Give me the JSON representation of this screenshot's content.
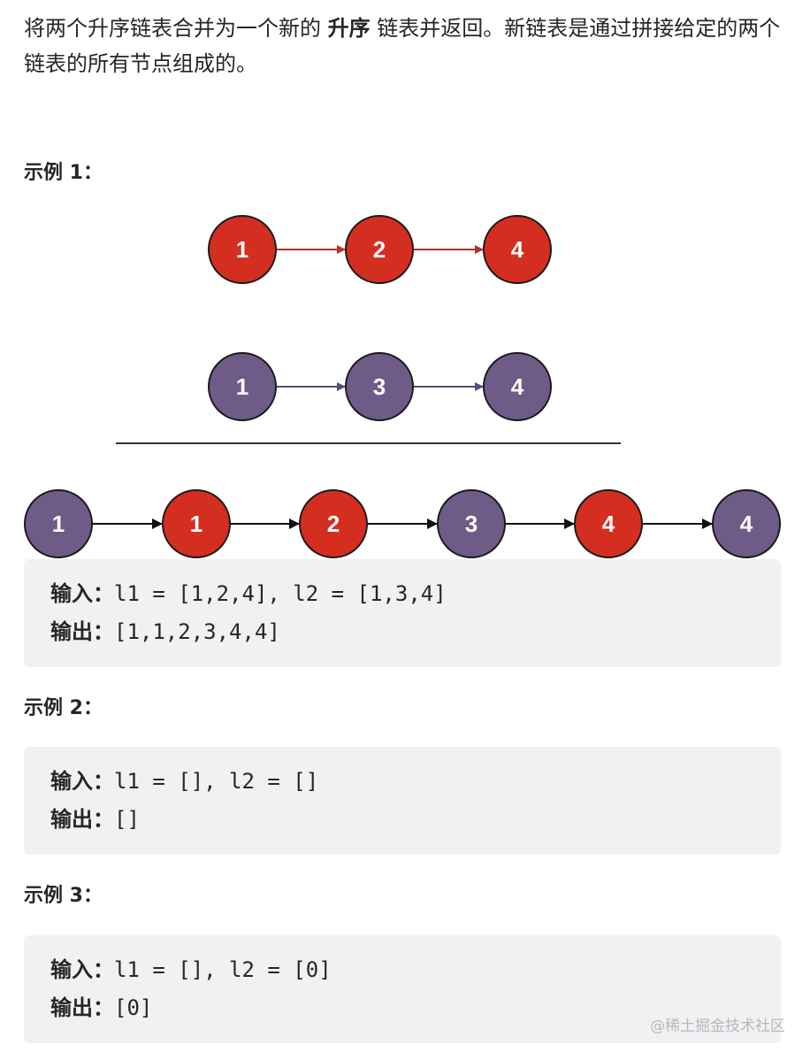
{
  "intro": {
    "before": "将两个升序链表合并为一个新的 ",
    "bold": "升序",
    "after": " 链表并返回。新链表是通过拼接给定的两个链表的所有节点组成的。"
  },
  "examples": [
    {
      "title": "示例 1：",
      "input_label": "输入：",
      "input_value": "l1 = [1,2,4], l2 = [1,3,4]",
      "output_label": "输出：",
      "output_value": "[1,1,2,3,4,4]"
    },
    {
      "title": "示例 2：",
      "input_label": "输入：",
      "input_value": "l1 = [], l2 = []",
      "output_label": "输出：",
      "output_value": "[]"
    },
    {
      "title": "示例 3：",
      "input_label": "输入：",
      "input_value": "l1 = [], l2 = [0]",
      "output_label": "输出：",
      "output_value": "[0]"
    }
  ],
  "diagram": {
    "colors": {
      "red": "#d42e20",
      "purple": "#6e5b87",
      "red_arrow": "#b5322b",
      "purple_arrow": "#5a4b78",
      "black": "#111111"
    },
    "list1": [
      {
        "value": "1",
        "color": "red"
      },
      {
        "value": "2",
        "color": "red"
      },
      {
        "value": "4",
        "color": "red"
      }
    ],
    "list2": [
      {
        "value": "1",
        "color": "purple"
      },
      {
        "value": "3",
        "color": "purple"
      },
      {
        "value": "4",
        "color": "purple"
      }
    ],
    "merged": [
      {
        "value": "1",
        "color": "purple"
      },
      {
        "value": "1",
        "color": "red"
      },
      {
        "value": "2",
        "color": "red"
      },
      {
        "value": "3",
        "color": "purple"
      },
      {
        "value": "4",
        "color": "red"
      },
      {
        "value": "4",
        "color": "purple"
      }
    ]
  },
  "watermark": "@稀土掘金技术社区"
}
